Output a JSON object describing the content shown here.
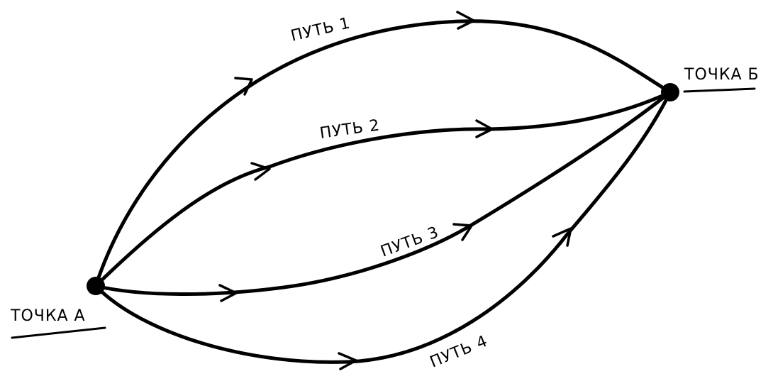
{
  "diagram": {
    "start_point": {
      "label": "ТОЧКА А"
    },
    "end_point": {
      "label": "ТОЧКА Б"
    },
    "paths": [
      {
        "label": "ПУТЬ 1"
      },
      {
        "label": "ПУТЬ 2"
      },
      {
        "label": "ПУТЬ 3"
      },
      {
        "label": "ПУТЬ 4"
      }
    ]
  }
}
